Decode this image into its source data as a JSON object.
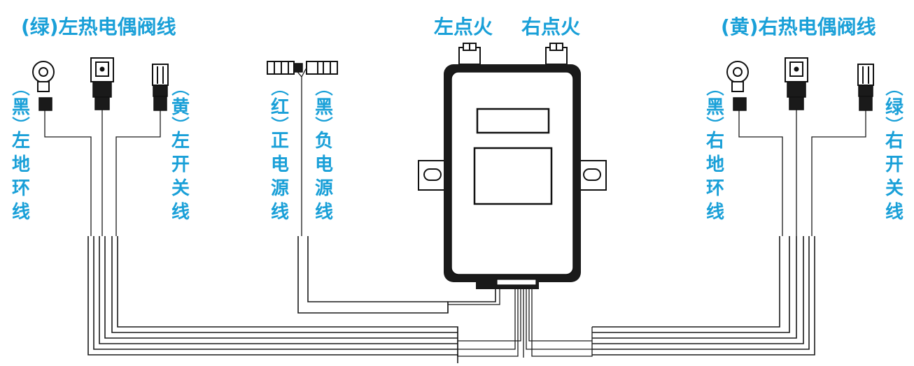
{
  "title_left": "(绿)左热电偶阀线",
  "title_right": "(黄)右热电偶阀线",
  "ignition_left": "左点火",
  "ignition_right": "右点火",
  "labels": {
    "left_ground": {
      "paren": "黑",
      "text": [
        "左",
        "地",
        "环",
        "线"
      ]
    },
    "left_switch": {
      "paren": "黄",
      "text": [
        "左",
        "开",
        "关",
        "线"
      ]
    },
    "positive_power": {
      "paren": "红",
      "text": [
        "正",
        "电",
        "源",
        "线"
      ]
    },
    "negative_power": {
      "paren": "黑",
      "text": [
        "负",
        "电",
        "源",
        "线"
      ]
    },
    "right_ground": {
      "paren": "黑",
      "text": [
        "右",
        "地",
        "环",
        "线"
      ]
    },
    "right_switch": {
      "paren": "绿",
      "text": [
        "右",
        "开",
        "关",
        "线"
      ]
    }
  },
  "colors": {
    "label": "#1aa0d8",
    "line": "#1a1a1a",
    "background": "#ffffff"
  }
}
